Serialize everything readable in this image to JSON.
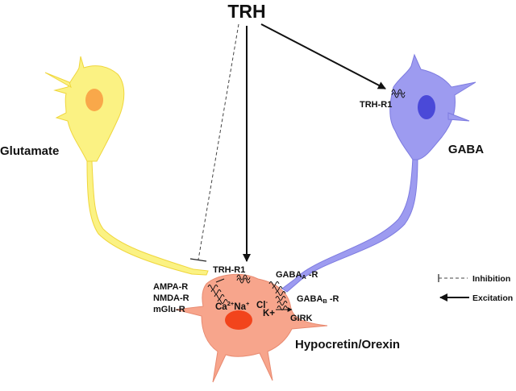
{
  "title": "TRH",
  "neurons": {
    "glutamate": {
      "label": "Glutamate",
      "color": "#fbf283",
      "nucleus": "#f9a84a"
    },
    "gaba": {
      "label": "GABA",
      "color": "#9d9bf0",
      "nucleus": "#4a49d8",
      "receptor": "TRH-R1"
    },
    "hypocretin": {
      "label": "Hypocretin/Orexin",
      "color": "#f7a58c",
      "nucleus": "#f2441c"
    }
  },
  "receptors": {
    "trh_r1": "TRH-R1",
    "gabaa_prefix": "GABA",
    "gabaa_sub": "A",
    "gabaa_suffix": " -R",
    "gabab_prefix": "GABA",
    "gabab_sub": "B",
    "gabab_suffix": " -R",
    "girk": "GIRK",
    "glutamate_receptors": [
      "AMPA-R",
      "NMDA-R",
      "mGlu-R"
    ]
  },
  "ions": {
    "ca": "Ca",
    "ca_charge": "2+",
    "na": "Na",
    "na_charge": "+",
    "cl": "Cl",
    "cl_charge": "-",
    "k": "K+"
  },
  "legend": {
    "inhibition": "Inhibition",
    "excitation": "Excitation"
  }
}
